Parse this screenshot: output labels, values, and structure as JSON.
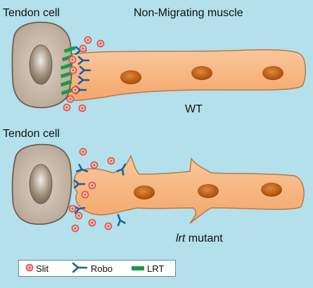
{
  "top_panel": {
    "cell_label": "Tendon cell",
    "muscle_label": "Non-Migrating muscle",
    "genotype_label": "WT"
  },
  "bottom_panel": {
    "cell_label": "Tendon cell",
    "genotype_gene": "lrt",
    "genotype_suffix": " mutant"
  },
  "legend": [
    {
      "label": "Slit",
      "icon": "slit-dot-icon"
    },
    {
      "label": "Robo",
      "icon": "robo-receptor-icon"
    },
    {
      "label": "LRT",
      "icon": "lrt-bar-icon"
    }
  ],
  "colors": {
    "background": "#b3e0ea",
    "tendon_cell": "#cbbcae",
    "muscle": "#f6b27c",
    "nucleus": "#c85f12",
    "slit": "#e36f68",
    "robo": "#1f5f9c",
    "lrt": "#1a9a4a"
  }
}
